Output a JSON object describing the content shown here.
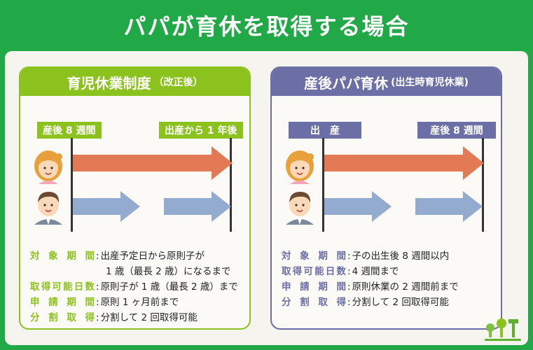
{
  "title": "パパが育休を取得する場合",
  "left": {
    "heading": "育児休業制度",
    "heading_note": "（改正後）",
    "tag_start": "産後 8 週間",
    "tag_end": "出産から 1 年後",
    "rows": [
      {
        "label": [
          "対",
          "象",
          "期",
          "間"
        ],
        "value": "出産予定日から原則子が",
        "value2": "1 歳（最長 2 歳）になるまで"
      },
      {
        "label": [
          "取",
          "得",
          "可",
          "能",
          "日",
          "数"
        ],
        "value": "原則子が 1 歳（最長 2 歳）まで"
      },
      {
        "label": [
          "申",
          "請",
          "期",
          "間"
        ],
        "value": "原則 1 ヶ月前まで"
      },
      {
        "label": [
          "分",
          "割",
          "取",
          "得"
        ],
        "value": "分割して 2 回取得可能"
      }
    ]
  },
  "right": {
    "heading": "産後パパ育休",
    "heading_note": "(出生時育児休業)",
    "tag_start": "出　産",
    "tag_end": "産後 8 週間",
    "rows": [
      {
        "label": [
          "対",
          "象",
          "期",
          "間"
        ],
        "value": "子の出生後 8 週間以内"
      },
      {
        "label": [
          "取",
          "得",
          "可",
          "能",
          "日",
          "数"
        ],
        "value": "4 週間まで"
      },
      {
        "label": [
          "申",
          "請",
          "期",
          "間"
        ],
        "value": "原則休業の 2 週間前まで"
      },
      {
        "label": [
          "分",
          "割",
          "取",
          "得"
        ],
        "value": "分割して 2 回取得可能"
      }
    ]
  },
  "colors": {
    "background": "#22a947",
    "left_accent": "#8cc21e",
    "right_accent": "#6c6fa6",
    "mother_arrow": "#e27b55",
    "father_arrow": "#94abd0"
  },
  "icons": {
    "mother": "woman-face-icon",
    "father": "man-face-icon",
    "logo": "brand-logo-icon"
  }
}
